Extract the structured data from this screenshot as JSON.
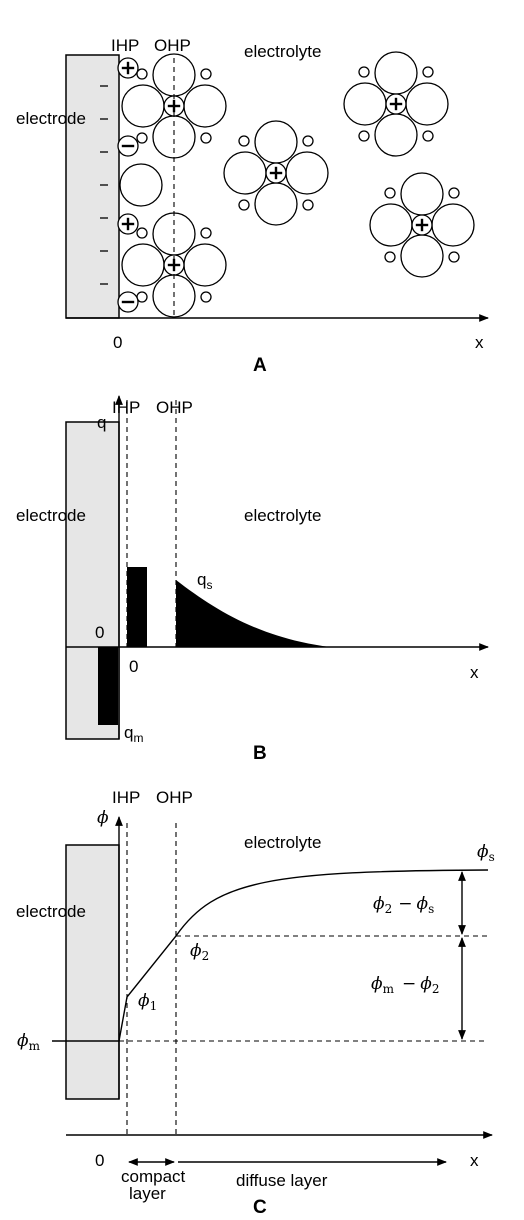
{
  "panel_a": {
    "ihp": "IHP",
    "ohp": "OHP",
    "electrolyte": "electrolyte",
    "electrode": "electrode",
    "x_zero": "0",
    "x_label": "x",
    "panel_label": "A"
  },
  "panel_b": {
    "ihp": "IHP",
    "ohp": "OHP",
    "y_label": "q",
    "electrode": "electrode",
    "electrolyte": "electrolyte",
    "zero_left": "0",
    "zero_bottom": "0",
    "x_label": "x",
    "qs_main": "q",
    "qs_sub": "s",
    "qm_main": "q",
    "qm_sub": "m",
    "panel_label": "B"
  },
  "panel_c": {
    "ihp": "IHP",
    "ohp": "OHP",
    "y_label": "ϕ",
    "electrode": "electrode",
    "electrolyte": "electrolyte",
    "phi": "ϕ",
    "sub_s": "s",
    "sub_2": "2",
    "sub_1": "1",
    "sub_m": "m",
    "minus": "−",
    "x_zero": "0",
    "x_label": "x",
    "compact": "compact",
    "layer": "layer",
    "diffuse": "diffuse layer",
    "panel_label": "C"
  }
}
